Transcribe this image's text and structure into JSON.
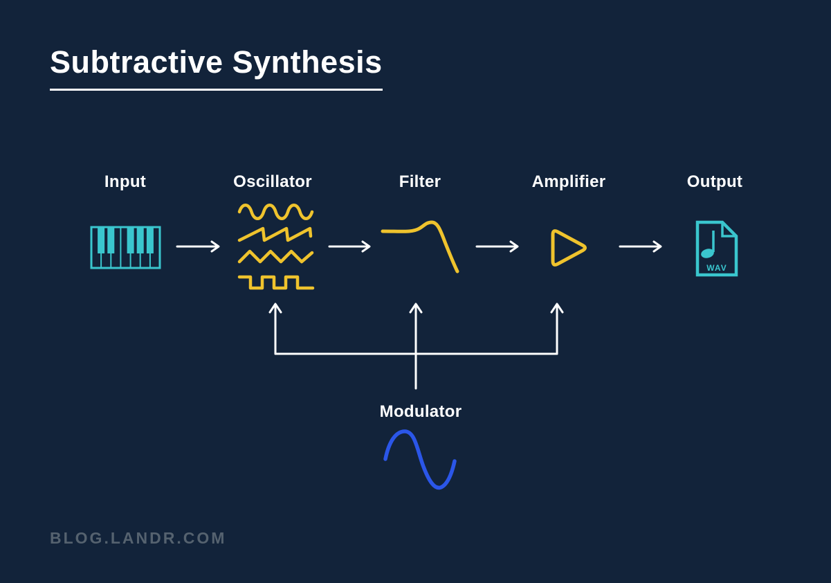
{
  "title": "Subtractive Synthesis",
  "footer": "BLOG.LANDR.COM",
  "stages": [
    {
      "label": "Input",
      "icon": "piano-keyboard-icon"
    },
    {
      "label": "Oscillator",
      "icon": "oscillator-waveforms-icon"
    },
    {
      "label": "Filter",
      "icon": "filter-response-icon"
    },
    {
      "label": "Amplifier",
      "icon": "amplifier-triangle-icon"
    },
    {
      "label": "Output",
      "icon": "wav-file-icon"
    }
  ],
  "modulator": {
    "label": "Modulator",
    "icon": "modulator-sine-icon",
    "targets": [
      "Oscillator",
      "Filter",
      "Amplifier"
    ]
  },
  "connections": {
    "main_chain": [
      "Input",
      "Oscillator",
      "Filter",
      "Amplifier",
      "Output"
    ]
  },
  "oscillator_waveforms": [
    "sine",
    "sawtooth",
    "triangle",
    "square"
  ],
  "wav_badge": "WAV",
  "colors": {
    "background": "#12233A",
    "accent_teal": "#3AC6CE",
    "accent_yellow": "#EFC32D",
    "accent_blue": "#2B56E8",
    "arrows_white": "#FFFFFF",
    "footer_gray": "#55626F"
  }
}
